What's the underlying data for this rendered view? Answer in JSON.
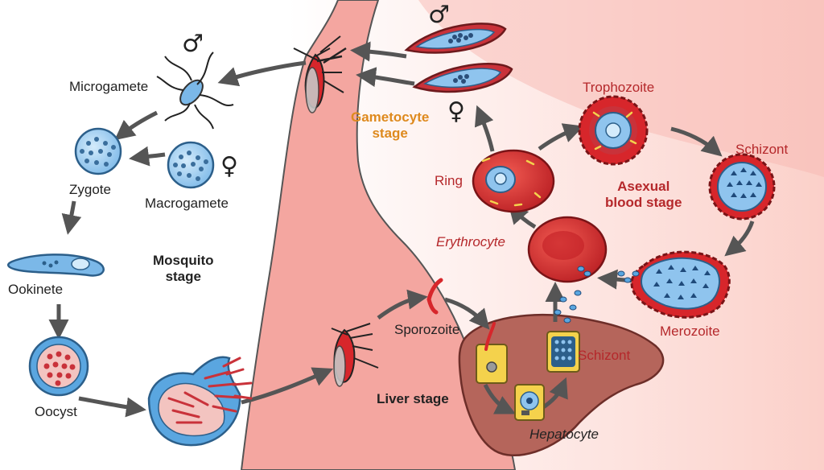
{
  "stages": {
    "mosquito": "Mosquito\nstage",
    "liver": "Liver stage",
    "gametocyte": "Gametocyte\nstage",
    "asexual": "Asexual\nblood stage"
  },
  "cells": {
    "microgamete": "Microgamete",
    "macrogamete": "Macrogamete",
    "zygote": "Zygote",
    "ookinete": "Ookinete",
    "oocyst": "Oocyst",
    "sporozoite": "Sporozoite",
    "liver_schizont": "Schizont",
    "hepatocyte": "Hepatocyte",
    "erythrocyte": "Erythrocyte",
    "ring": "Ring",
    "trophozoite": "Trophozoite",
    "blood_schizont": "Schizont",
    "merozoite": "Merozoite"
  },
  "symbols": {
    "male": "♂",
    "female": "♀"
  },
  "colors": {
    "body_skin": "#f4a6a0",
    "blood_red": "#d7262b",
    "parasite_blue": "#5aa6e0",
    "liver_brown": "#b5655b",
    "label_red": "#b5282b",
    "label_orange": "#de8a1e",
    "arrow_gray": "#555555"
  }
}
